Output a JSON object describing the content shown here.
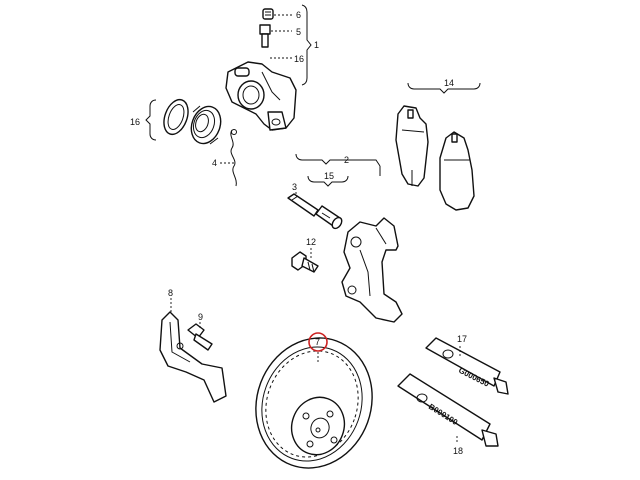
{
  "callouts": {
    "c1": "1",
    "c2": "2",
    "c3": "3",
    "c4": "4",
    "c5": "5",
    "c6": "6",
    "c7": "7",
    "c8": "8",
    "c9": "9",
    "c12": "12",
    "c14": "14",
    "c15": "15",
    "c16a": "16",
    "c16b": "16",
    "c17": "17",
    "c18": "18"
  },
  "tubes": {
    "tube17": "G000650",
    "tube18": "B000100"
  },
  "highlight": {
    "callout": "7",
    "color": "#cc2222"
  }
}
